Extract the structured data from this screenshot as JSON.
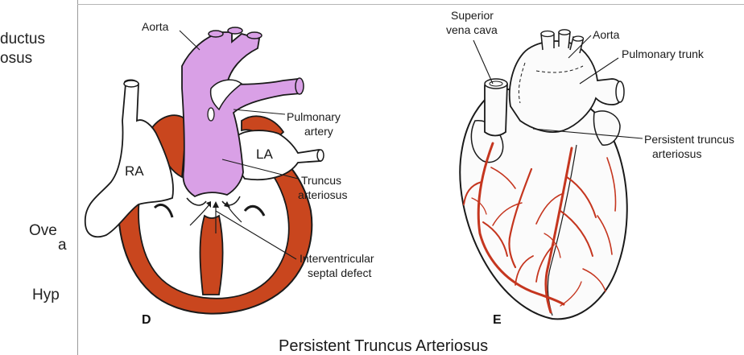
{
  "left_panel": {
    "lines": [
      "ductus",
      "osus",
      "Ove",
      "a",
      "Hyp"
    ]
  },
  "figure_d": {
    "panel_letter": "D",
    "chambers": [
      "RA",
      "LA"
    ],
    "labels": {
      "aorta": "Aorta",
      "pulmonary_artery": [
        "Pulmonary",
        "artery"
      ],
      "truncus": [
        "Truncus",
        "arteriosus"
      ],
      "vsd": [
        "Interventricular",
        "septal defect"
      ]
    }
  },
  "figure_e": {
    "panel_letter": "E",
    "labels": {
      "svc": [
        "Superior",
        "vena cava"
      ],
      "aorta": "Aorta",
      "pulmonary_trunk": "Pulmonary trunk",
      "persistent_truncus": [
        "Persistent truncus",
        "arteriosus"
      ]
    }
  },
  "caption": "Persistent Truncus Arteriosus",
  "colors": {
    "truncus": "#d9a0e6",
    "muscle": "#c9461e",
    "coronary": "#c5361f"
  }
}
